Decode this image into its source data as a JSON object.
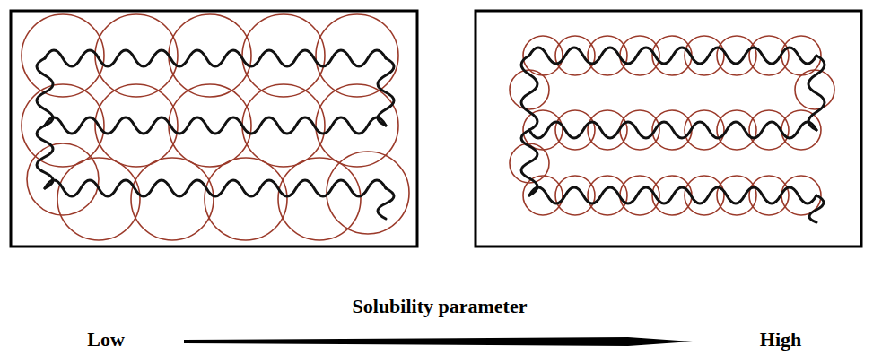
{
  "diagram": {
    "labels": [
      "Solubility parameter",
      "Low",
      "High"
    ]
  }
}
